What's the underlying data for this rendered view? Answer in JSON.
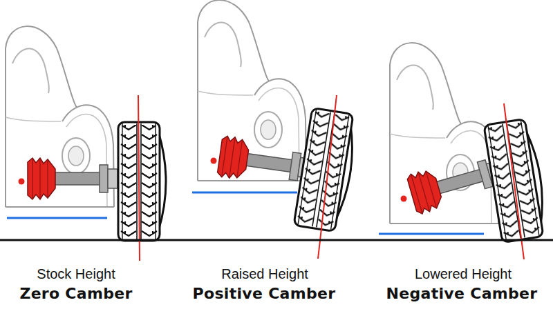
{
  "diagram": {
    "labels": [
      "Stock Height",
      "Zero Camber",
      "Raised Height",
      "Positive Camber",
      "Lowered Height",
      "Negative Camber"
    ]
  }
}
